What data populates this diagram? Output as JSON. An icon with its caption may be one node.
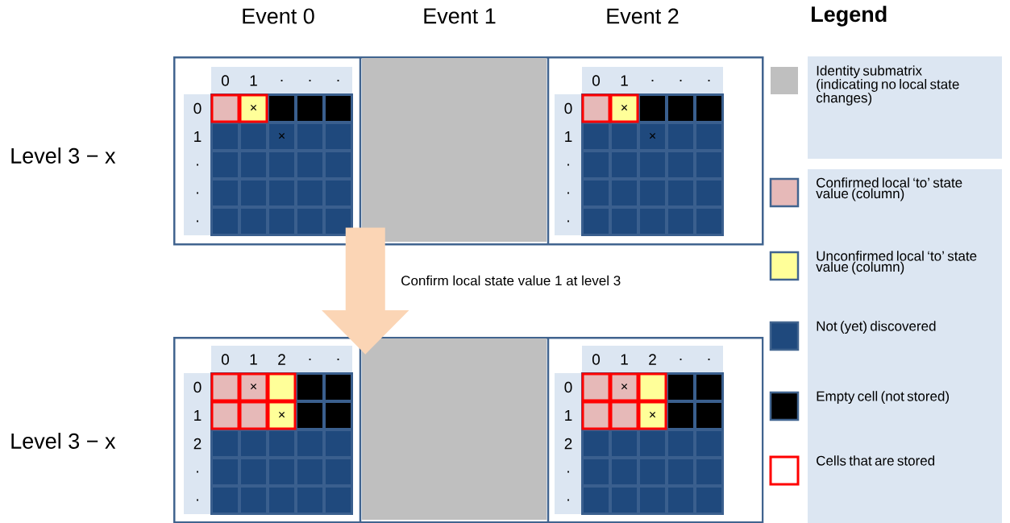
{
  "diagram": {
    "nodes": [
      {
        "text": [],
        "shape": "box"
      },
      {
        "text": [],
        "shape": "box"
      }
    ],
    "edges": [
      {
        "from": 0,
        "to": 1,
        "arrow": "to",
        "label": "Confirm local state value 1 at level 3",
        "color": "#fbd5b5"
      }
    ],
    "labels": [
      "Event 0",
      "Event 1",
      "Event 2",
      "Legend",
      "Level 3 − x",
      "0",
      "1",
      ".",
      ".",
      ".",
      "0",
      "1",
      ".",
      ".",
      ".",
      "×",
      "×",
      "0",
      "1",
      ".",
      ".",
      ".",
      "0",
      "1",
      ".",
      ".",
      ".",
      "×",
      "×",
      "Level 3 − x",
      "0",
      "1",
      "2",
      ".",
      ".",
      "0",
      "1",
      "2",
      ".",
      ".",
      "×",
      "×",
      "0",
      "1",
      "2",
      ".",
      ".",
      "0",
      "1",
      "2",
      ".",
      ".",
      "×",
      "×"
    ],
    "legend": [
      {
        "text": "Identity submatrix (indicating no local state changes)",
        "color": "#bfbfbf"
      },
      {
        "text": "Confirmed local ‘to’ state value (column)",
        "color": "#e6b9b8"
      },
      {
        "text": "Unconfirmed local ‘to’ state value (column)",
        "color": "#ffff99"
      },
      {
        "text": "Not (yet) discovered",
        "color": "#1f497d"
      },
      {
        "text": "Empty cell (not stored)",
        "color": "#000000"
      },
      {
        "text": "Cells that are stored"
      }
    ]
  }
}
